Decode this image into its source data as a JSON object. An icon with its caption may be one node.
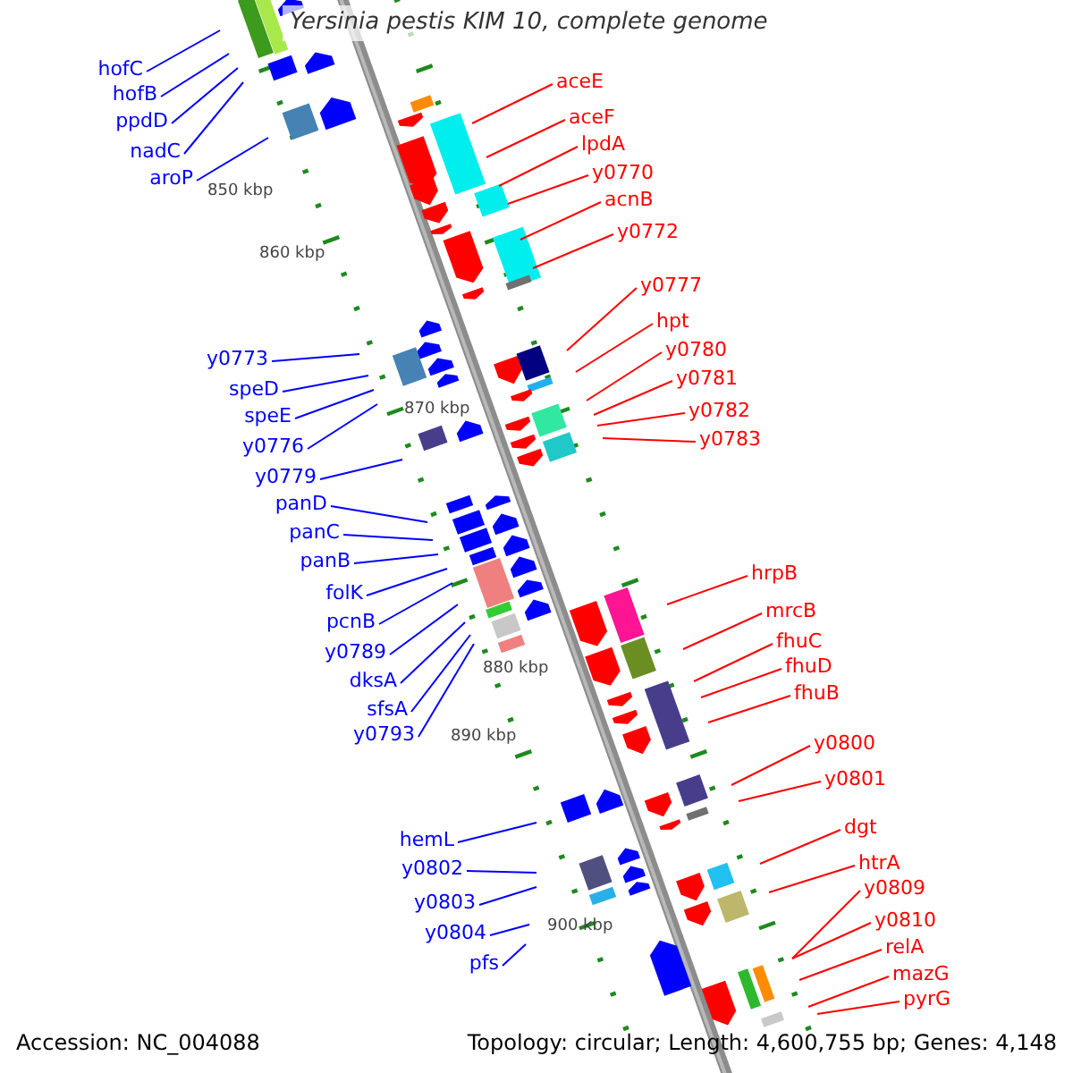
{
  "diagram": {
    "title": "Yersinia pestis KIM 10, complete genome",
    "nodes": [
      {
        "text": [
          "hofC"
        ]
      },
      {
        "text": [
          "hofB"
        ]
      },
      {
        "text": [
          "ppdD"
        ]
      },
      {
        "text": [
          "nadC"
        ]
      },
      {
        "text": [
          "aroP"
        ]
      },
      {
        "text": [
          "y0773"
        ]
      },
      {
        "text": [
          "speD"
        ]
      },
      {
        "text": [
          "speE"
        ]
      },
      {
        "text": [
          "y0776"
        ]
      },
      {
        "text": [
          "y0779"
        ]
      },
      {
        "text": [
          "panD"
        ]
      },
      {
        "text": [
          "panC"
        ]
      },
      {
        "text": [
          "panB"
        ]
      },
      {
        "text": [
          "folK"
        ]
      },
      {
        "text": [
          "pcnB"
        ]
      },
      {
        "text": [
          "y0789"
        ]
      },
      {
        "text": [
          "dksA"
        ]
      },
      {
        "text": [
          "sfsA"
        ]
      },
      {
        "text": [
          "y0793"
        ]
      },
      {
        "text": [
          "hemL"
        ]
      },
      {
        "text": [
          "y0802"
        ]
      },
      {
        "text": [
          "y0803"
        ]
      },
      {
        "text": [
          "y0804"
        ]
      },
      {
        "text": [
          "pfs"
        ]
      },
      {
        "text": [
          "aceE"
        ]
      },
      {
        "text": [
          "aceF"
        ]
      },
      {
        "text": [
          "lpdA"
        ]
      },
      {
        "text": [
          "y0770"
        ]
      },
      {
        "text": [
          "acnB"
        ]
      },
      {
        "text": [
          "y0772"
        ]
      },
      {
        "text": [
          "y0777"
        ]
      },
      {
        "text": [
          "hpt"
        ]
      },
      {
        "text": [
          "y0780"
        ]
      },
      {
        "text": [
          "y0781"
        ]
      },
      {
        "text": [
          "y0782"
        ]
      },
      {
        "text": [
          "y0783"
        ]
      },
      {
        "text": [
          "hrpB"
        ]
      },
      {
        "text": [
          "mrcB"
        ]
      },
      {
        "text": [
          "fhuC"
        ]
      },
      {
        "text": [
          "fhuD"
        ]
      },
      {
        "text": [
          "fhuB"
        ]
      },
      {
        "text": [
          "y0800"
        ]
      },
      {
        "text": [
          "y0801"
        ]
      },
      {
        "text": [
          "dgt"
        ]
      },
      {
        "text": [
          "htrA"
        ]
      },
      {
        "text": [
          "y0809"
        ]
      },
      {
        "text": [
          "y0810"
        ]
      },
      {
        "text": [
          "relA"
        ]
      },
      {
        "text": [
          "mazG"
        ]
      },
      {
        "text": [
          "pyrG"
        ]
      }
    ],
    "edges": [
      {
        "from": 0,
        "to": null,
        "arrow": "none",
        "color": "#0000ff"
      },
      {
        "from": 1,
        "to": null,
        "arrow": "none",
        "color": "#0000ff"
      },
      {
        "from": 2,
        "to": null,
        "arrow": "none",
        "color": "#0000ff"
      },
      {
        "from": 3,
        "to": null,
        "arrow": "none",
        "color": "#0000ff"
      },
      {
        "from": 4,
        "to": null,
        "arrow": "none",
        "color": "#0000ff"
      },
      {
        "from": 5,
        "to": null,
        "arrow": "none",
        "color": "#0000ff"
      },
      {
        "from": 6,
        "to": null,
        "arrow": "none",
        "color": "#0000ff"
      },
      {
        "from": 7,
        "to": null,
        "arrow": "none",
        "color": "#0000ff"
      },
      {
        "from": 8,
        "to": null,
        "arrow": "none",
        "color": "#0000ff"
      },
      {
        "from": 9,
        "to": null,
        "arrow": "none",
        "color": "#0000ff"
      },
      {
        "from": 10,
        "to": null,
        "arrow": "none",
        "color": "#0000ff"
      },
      {
        "from": 11,
        "to": null,
        "arrow": "none",
        "color": "#0000ff"
      },
      {
        "from": 12,
        "to": null,
        "arrow": "none",
        "color": "#0000ff"
      },
      {
        "from": 13,
        "to": null,
        "arrow": "none",
        "color": "#0000ff"
      },
      {
        "from": 14,
        "to": null,
        "arrow": "none",
        "color": "#0000ff"
      },
      {
        "from": 15,
        "to": null,
        "arrow": "none",
        "color": "#0000ff"
      },
      {
        "from": 16,
        "to": null,
        "arrow": "none",
        "color": "#0000ff"
      },
      {
        "from": 17,
        "to": null,
        "arrow": "none",
        "color": "#0000ff"
      },
      {
        "from": 18,
        "to": null,
        "arrow": "none",
        "color": "#0000ff"
      },
      {
        "from": 19,
        "to": null,
        "arrow": "none",
        "color": "#0000ff"
      },
      {
        "from": 20,
        "to": null,
        "arrow": "none",
        "color": "#0000ff"
      },
      {
        "from": 21,
        "to": null,
        "arrow": "none",
        "color": "#0000ff"
      },
      {
        "from": 22,
        "to": null,
        "arrow": "none",
        "color": "#0000ff"
      },
      {
        "from": 23,
        "to": null,
        "arrow": "none",
        "color": "#0000ff"
      },
      {
        "from": 24,
        "to": null,
        "arrow": "none"
      },
      {
        "from": 25,
        "to": null,
        "arrow": "none"
      },
      {
        "from": 26,
        "to": null,
        "arrow": "none"
      },
      {
        "from": 27,
        "to": null,
        "arrow": "none"
      },
      {
        "from": 28,
        "to": null,
        "arrow": "none"
      },
      {
        "from": 29,
        "to": null,
        "arrow": "none"
      },
      {
        "from": 30,
        "to": null,
        "arrow": "none"
      },
      {
        "from": 31,
        "to": null,
        "arrow": "none"
      },
      {
        "from": 32,
        "to": null,
        "arrow": "none"
      },
      {
        "from": 33,
        "to": null,
        "arrow": "none"
      },
      {
        "from": 34,
        "to": null,
        "arrow": "none"
      },
      {
        "from": 35,
        "to": null,
        "arrow": "none"
      },
      {
        "from": 36,
        "to": null,
        "arrow": "none"
      },
      {
        "from": 37,
        "to": null,
        "arrow": "none"
      },
      {
        "from": 38,
        "to": null,
        "arrow": "none"
      },
      {
        "from": 39,
        "to": null,
        "arrow": "none"
      },
      {
        "from": 40,
        "to": null,
        "arrow": "none"
      },
      {
        "from": 41,
        "to": null,
        "arrow": "none"
      },
      {
        "from": 42,
        "to": null,
        "arrow": "none"
      },
      {
        "from": 43,
        "to": null,
        "arrow": "none"
      },
      {
        "from": 44,
        "to": null,
        "arrow": "none"
      },
      {
        "from": 45,
        "to": null,
        "arrow": "none"
      },
      {
        "from": 46,
        "to": null,
        "arrow": "none"
      },
      {
        "from": 47,
        "to": null,
        "arrow": "none"
      },
      {
        "from": 48,
        "to": null,
        "arrow": "none"
      },
      {
        "from": 49,
        "to": null,
        "arrow": "none"
      }
    ],
    "labels": [
      "850 kbp",
      "860 kbp",
      "870 kbp",
      "880 kbp",
      "890 kbp",
      "900 kbp",
      "Accession: NC_004088",
      "Topology: circular; Length: 4,600,755 bp; Genes: 4,148"
    ]
  }
}
